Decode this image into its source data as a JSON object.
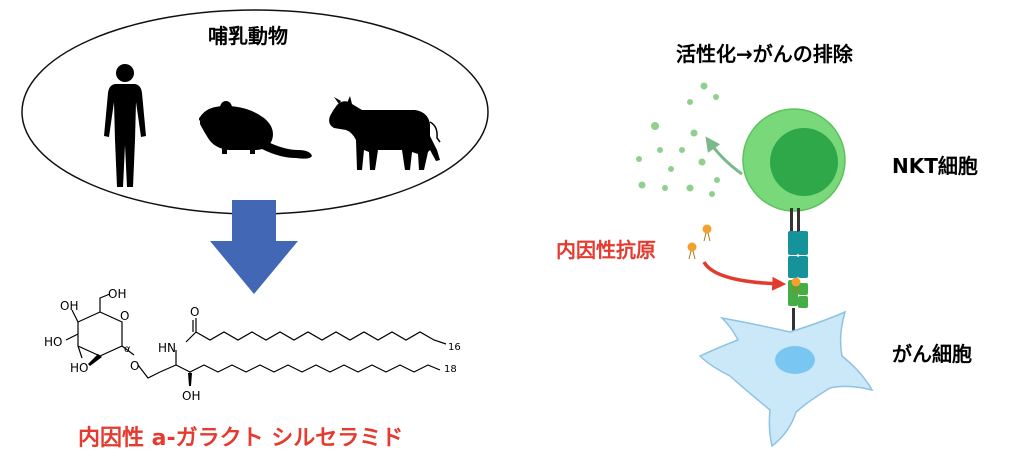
{
  "mammals": {
    "title": "哺乳動物"
  },
  "result": {
    "title": "活性化→がんの排除"
  },
  "labels": {
    "nkt_cell": "NKT細胞",
    "cancer_cell": "がん細胞",
    "endogenous_antigen": "内因性抗原",
    "compound_name": "内因性 a-ガラクト シルセラミド"
  },
  "structure": {
    "oh_top_left": "OH",
    "oh_top_right": "OH",
    "ho_mid": "HO",
    "ho_low": "HO",
    "ring_o": "O",
    "glyco_o": "O",
    "alpha": "α",
    "nh": "HN",
    "carbonyl_o": "O",
    "chain1_count": "16",
    "chain2_count": "18",
    "oh_bottom": "OH"
  },
  "colors": {
    "compound_name": "#e53a2f",
    "endogenous_antigen": "#e53a2f",
    "arrow_down": "#4167b5",
    "arrow_red": "#e23a2c",
    "nkt_cell_outer": "#79d879",
    "nkt_cell_nucleus": "#2fa84a",
    "cancer_cell": "#cbe8f8",
    "receptor": "#16939a",
    "cd1d": "#44ad44",
    "antigen": "#f2a030"
  },
  "icons": [
    "human-silhouette-icon",
    "mouse-silhouette-icon",
    "cow-silhouette-icon"
  ]
}
